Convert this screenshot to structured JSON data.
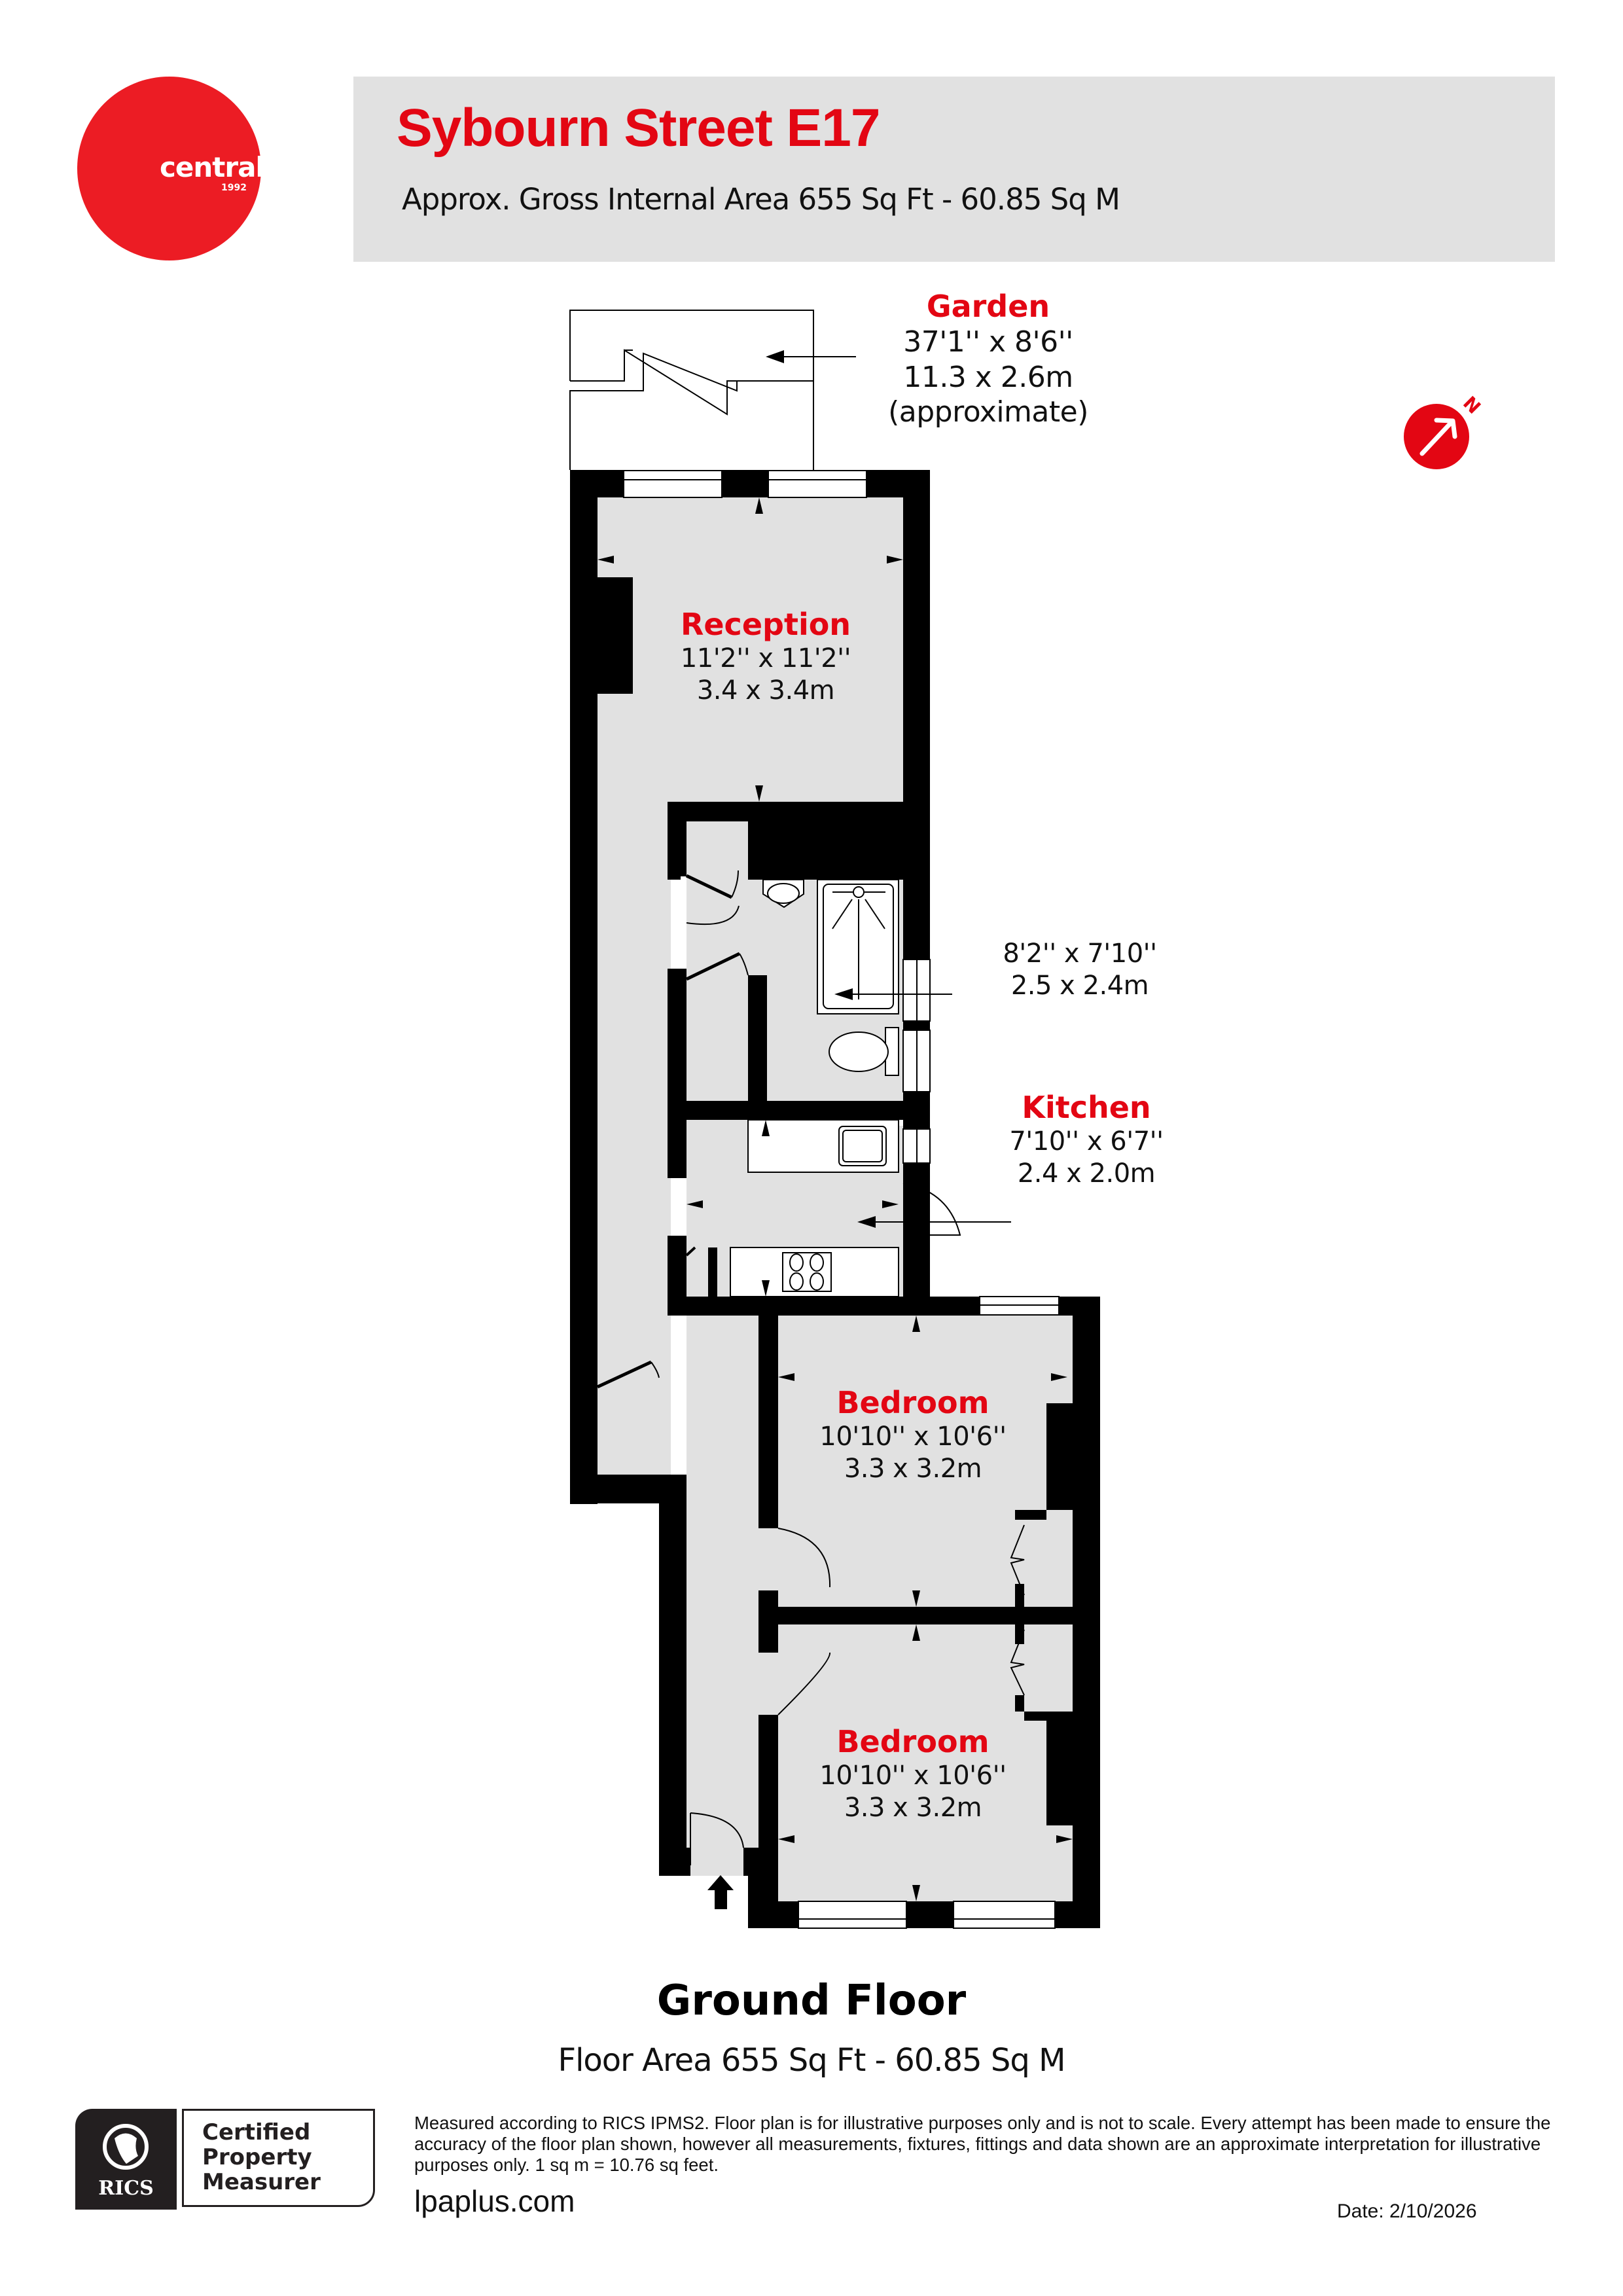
{
  "brand": {
    "logo_text": "central",
    "logo_year": "1992",
    "color": "#ec1c24"
  },
  "header": {
    "title": "Sybourn Street E17",
    "subtitle": "Approx. Gross Internal Area 655 Sq Ft - 60.85 Sq M",
    "title_color": "#e30613",
    "background": "#e1e1e1"
  },
  "compass": {
    "icon": "north-arrow-icon",
    "label": "N"
  },
  "rooms": {
    "garden": {
      "title": "Garden",
      "dim_imperial": "37'1'' x 8'6''",
      "dim_metric": "11.3 x 2.6m",
      "note": "(approximate)"
    },
    "reception": {
      "title": "Reception",
      "dim_imperial": "11'2'' x 11'2''",
      "dim_metric": "3.4 x 3.4m"
    },
    "bathroom": {
      "dim_imperial": "8'2'' x 7'10''",
      "dim_metric": "2.5 x 2.4m"
    },
    "kitchen": {
      "title": "Kitchen",
      "dim_imperial": "7'10'' x 6'7''",
      "dim_metric": "2.4 x 2.0m"
    },
    "bedroom1": {
      "title": "Bedroom",
      "dim_imperial": "10'10'' x 10'6''",
      "dim_metric": "3.3 x 3.2m"
    },
    "bedroom2": {
      "title": "Bedroom",
      "dim_imperial": "10'10'' x 10'6''",
      "dim_metric": "3.3 x 3.2m"
    }
  },
  "floor": {
    "title": "Ground Floor",
    "area": "Floor Area 655 Sq Ft - 60.85 Sq M"
  },
  "footer": {
    "rics_label": "RICS",
    "cert_lines": [
      "Certified",
      "Property",
      "Measurer"
    ],
    "disclaimer": "Measured according to RICS IPMS2. Floor plan is for illustrative purposes only and is not to scale. Every attempt has been made to ensure the accuracy of the floor plan shown, however all measurements, fixtures, fittings and data shown are an approximate interpretation for illustrative purposes only. 1 sq m = 10.76 sq feet.",
    "website": "lpaplus.com",
    "date": "Date: 2/10/2026"
  },
  "colors": {
    "wall": "#000000",
    "floor": "#e1e1e1",
    "accent": "#e30613"
  }
}
